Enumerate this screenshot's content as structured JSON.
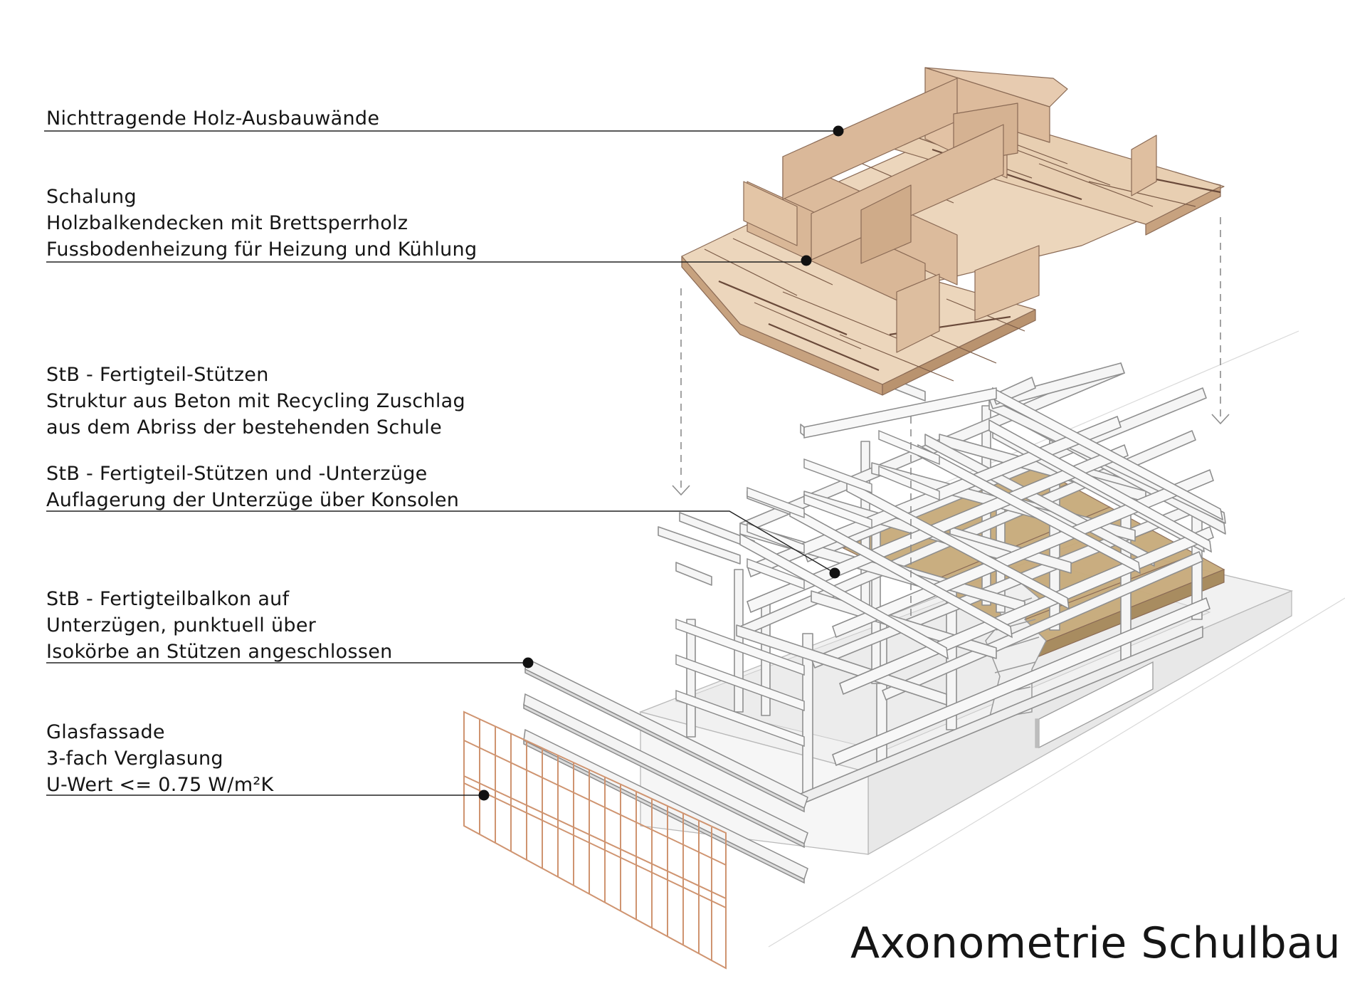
{
  "title": "Axonometrie Schulbau",
  "labels": [
    {
      "id": "walls",
      "lines": [
        "Nichttragende Holz-Ausbauwände"
      ]
    },
    {
      "id": "slab",
      "lines": [
        "Schalung",
        "Holzbalkendecken mit Brettsperrholz",
        "Fussbodenheizung für Heizung und Kühlung"
      ]
    },
    {
      "id": "columns",
      "lines": [
        "StB - Fertigteil-Stützen",
        "Struktur aus Beton mit Recycling Zuschlag",
        "aus dem Abriss der bestehenden Schule"
      ]
    },
    {
      "id": "beams",
      "lines": [
        "StB - Fertigteil-Stützen und -Unterzüge",
        "Auflagerung der Unterzüge über Konsolen"
      ]
    },
    {
      "id": "balcony",
      "lines": [
        "StB - Fertigteilbalkon auf",
        "Unterzügen, punktuell über",
        "Isokörbe an Stützen angeschlossen"
      ]
    },
    {
      "id": "facade",
      "lines": [
        "Glasfassade",
        "3-fach Verglasung",
        "U-Wert <=  0.75 W/m²K"
      ]
    }
  ],
  "colors": {
    "wood": "#e9cfb2",
    "wood_dark": "#c9a682",
    "wood_line": "#8a6a55",
    "frame": "#f4f4f4",
    "frame_stroke": "#8d8d8d",
    "facade": "#cf9470",
    "leader": "#222222"
  }
}
